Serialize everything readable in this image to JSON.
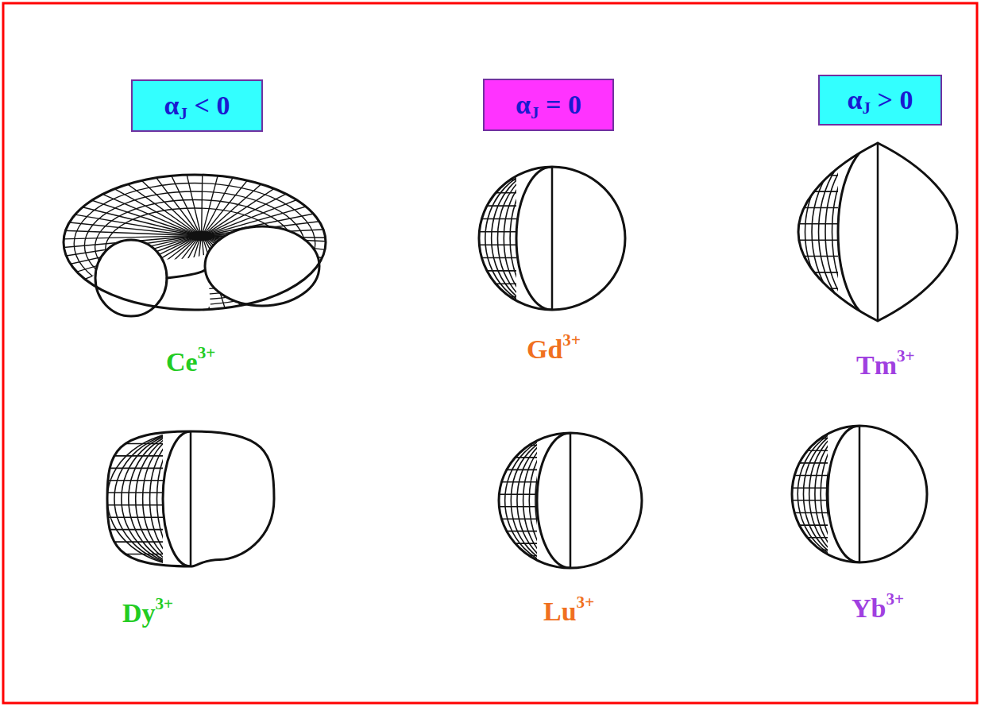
{
  "diagram": {
    "nodes": [
      {
        "text": [
          "αJ < 0"
        ]
      },
      {
        "text": [
          "αJ = 0"
        ]
      },
      {
        "text": [
          "αJ > 0"
        ]
      }
    ],
    "labels": [
      "Ce3+",
      "Gd3+",
      "Tm3+",
      "Dy3+",
      "Lu3+",
      "Yb3+"
    ]
  }
}
